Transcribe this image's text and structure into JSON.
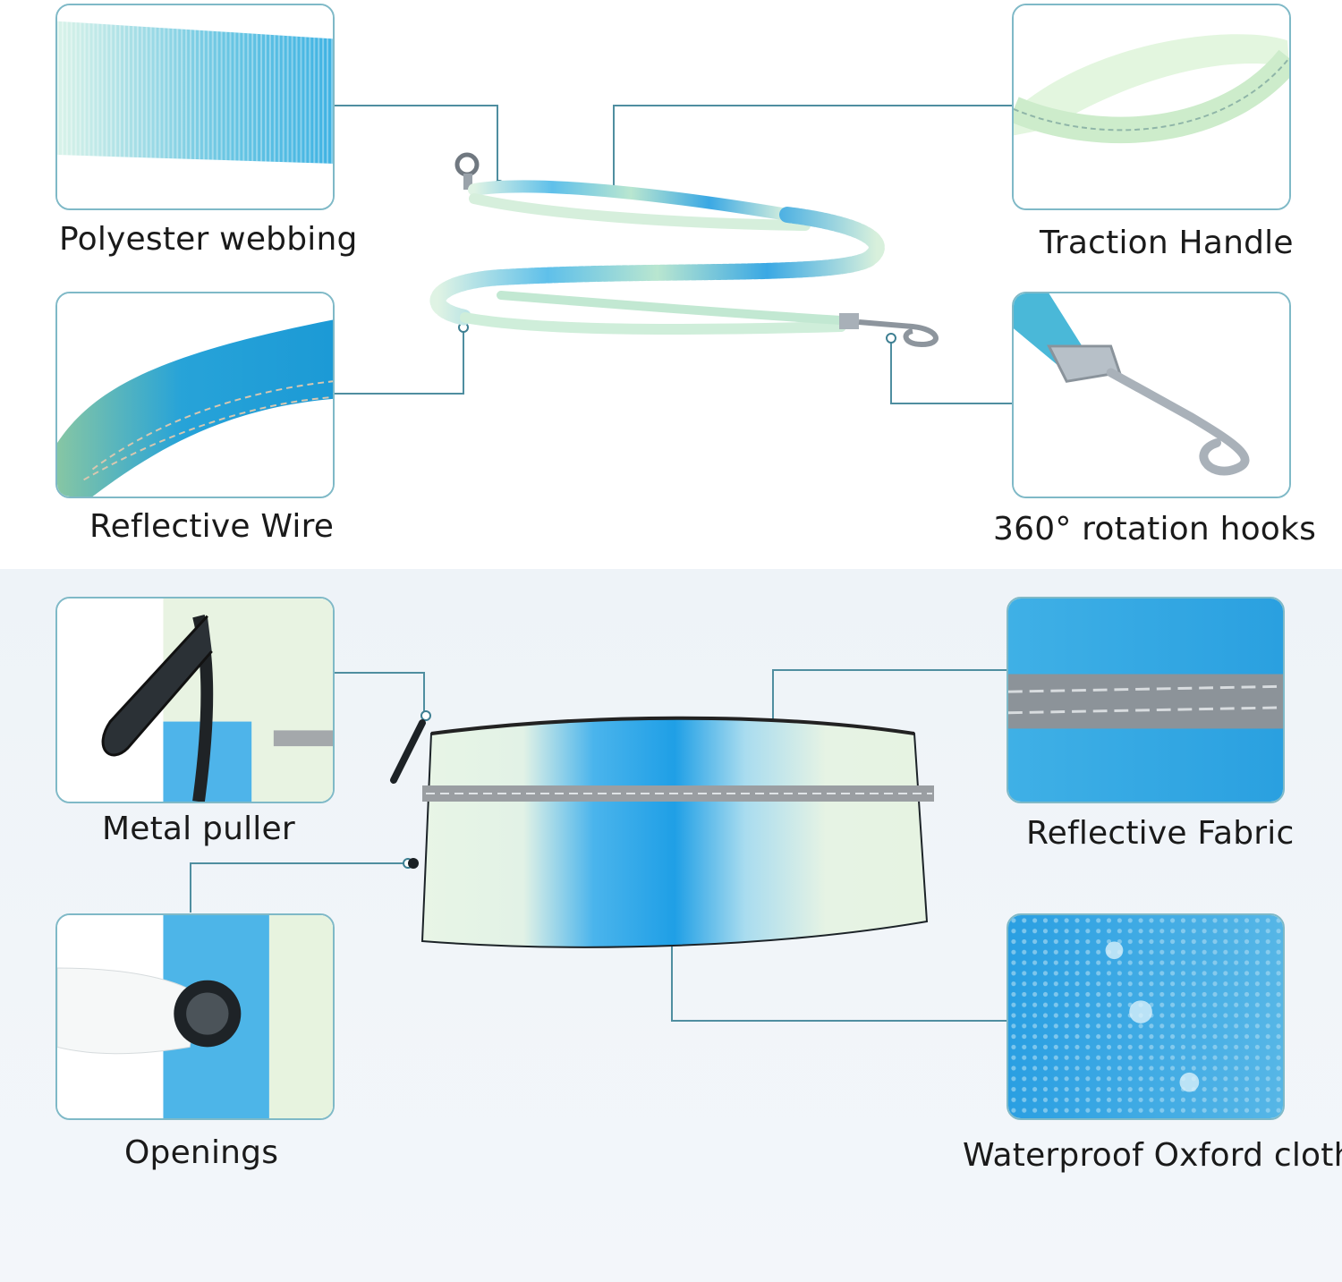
{
  "features": {
    "polyester_webbing": "Polyester webbing",
    "traction_handle": "Traction Handle",
    "reflective_wire": "Reflective Wire",
    "rotation_hooks": "360° rotation hooks",
    "metal_puller": "Metal puller",
    "reflective_fabric": "Reflective Fabric",
    "openings": "Openings",
    "waterproof_oxford_cloth": "Waterproof Oxford cloth"
  },
  "colors": {
    "accent_line": "#4f8ea0",
    "card_border": "#7fb9c7",
    "product_blue": "#2ea6e6",
    "product_mint": "#dff3e4"
  }
}
